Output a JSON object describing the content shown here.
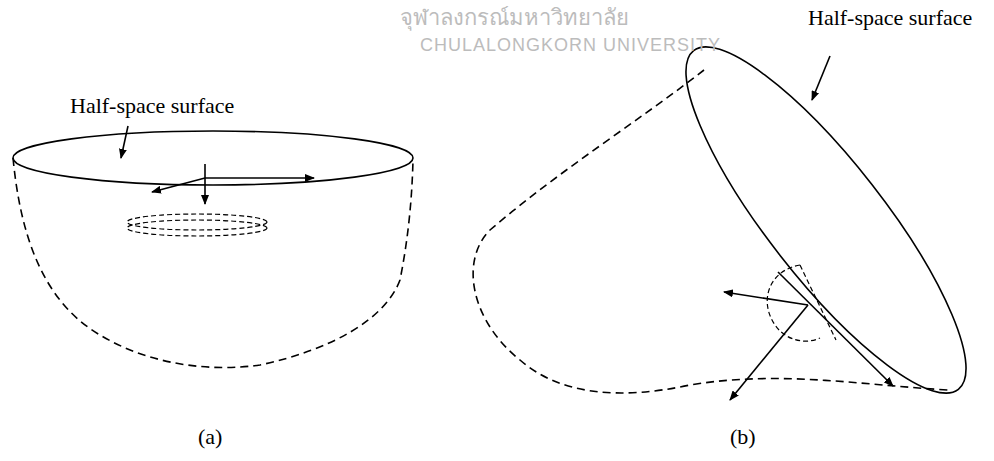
{
  "diagram": {
    "labels": [
      "Half-space surface",
      "Half-space surface",
      "(a)",
      "(b)",
      "จุฬาลงกรณ์มหาวิทยาลัย",
      "CHULALONGKORN UNIVERSITY"
    ]
  }
}
